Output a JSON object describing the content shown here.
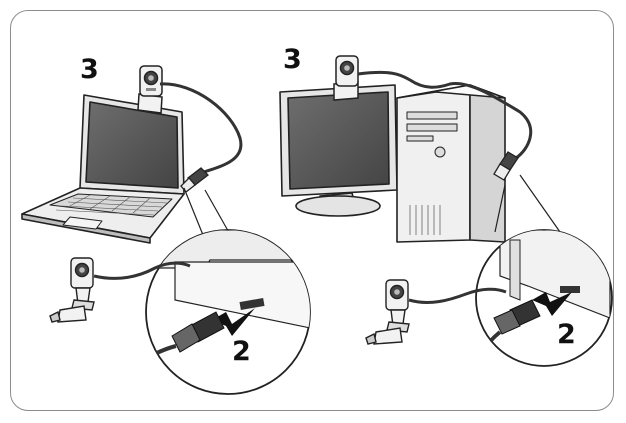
{
  "diagram": {
    "left_panel": {
      "connect_step": "3",
      "plug_step": "2"
    },
    "right_panel": {
      "connect_step": "3",
      "plug_step": "2"
    }
  },
  "colors": {
    "outline": "#222222",
    "screen": "#5a5a5a",
    "light_fill": "#f2f2f2",
    "frame_border": "#8c8c8c"
  }
}
